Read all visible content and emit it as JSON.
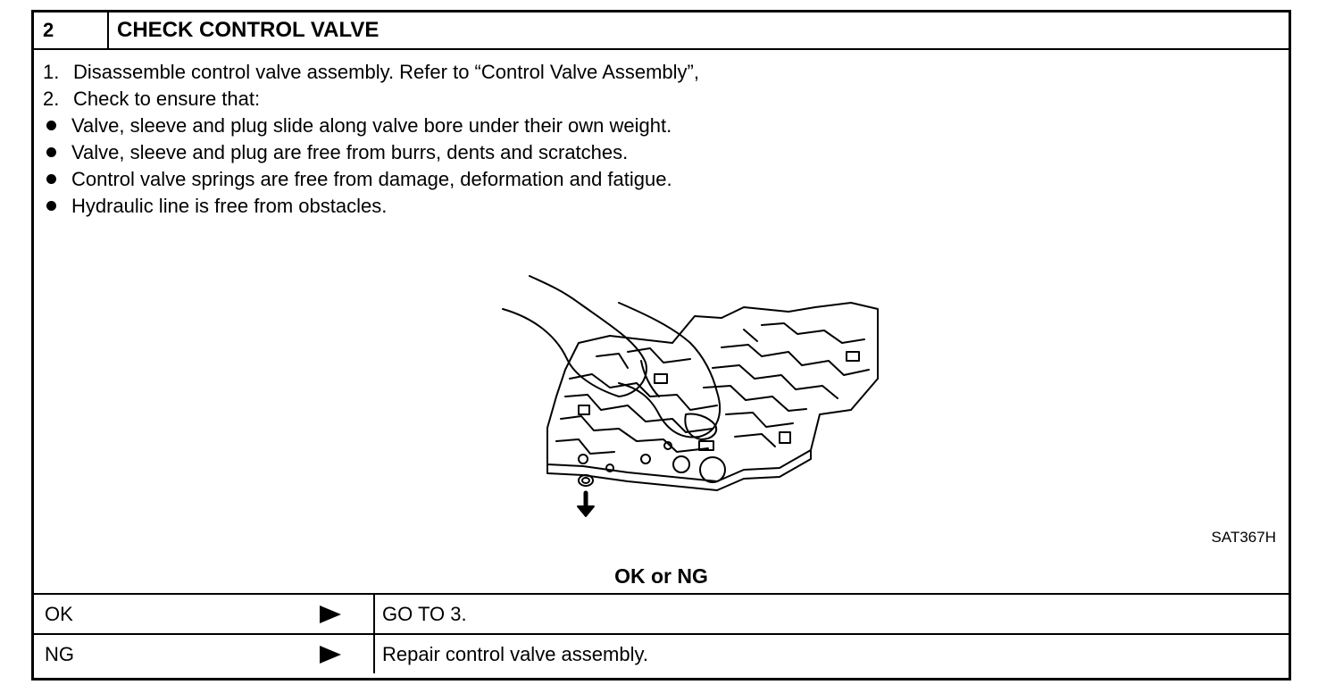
{
  "header": {
    "number": "2",
    "title": "CHECK CONTROL VALVE"
  },
  "steps": [
    {
      "lead": "1.",
      "text": "Disassemble control valve assembly. Refer to “Control Valve Assembly”,"
    },
    {
      "lead": "2.",
      "text": "Check to ensure that:"
    }
  ],
  "bullets": [
    "Valve, sleeve and plug slide along valve bore under their own weight.",
    "Valve, sleeve and plug are free from burrs, dents and scratches.",
    "Control valve springs are free from damage, deformation and fatigue.",
    "Hydraulic line is free from obstacles."
  ],
  "figure_code": "SAT367H",
  "question": "OK or NG",
  "results": [
    {
      "label": "OK",
      "action": "GO TO 3."
    },
    {
      "label": "NG",
      "action": "Repair control valve assembly."
    }
  ]
}
